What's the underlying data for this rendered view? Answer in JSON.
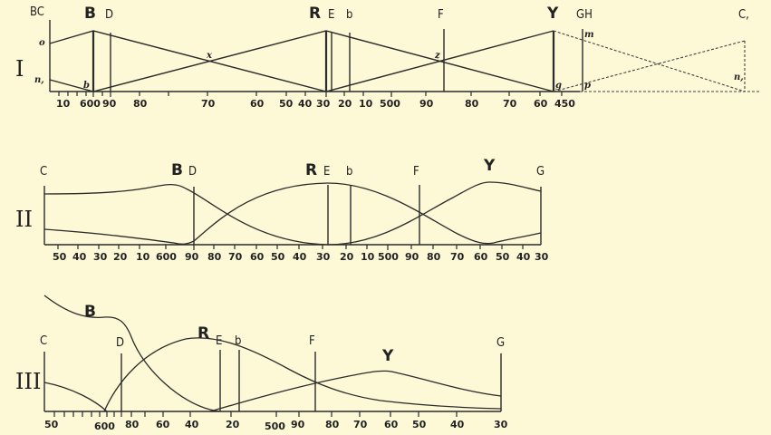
{
  "panel1": {
    "numeral": "I",
    "top_labels": [
      "BC",
      "B",
      "D",
      "R",
      "E",
      "b",
      "F",
      "Y",
      "GH",
      "C,"
    ],
    "point_labels": [
      "o",
      "n,",
      "b",
      "x",
      "z",
      "g",
      "m",
      "p",
      "n,"
    ],
    "axis_labels": [
      "10",
      "600",
      "90",
      "80",
      "70",
      "60",
      "50",
      "40",
      "30",
      "20",
      "10",
      "500",
      "90",
      "80",
      "70",
      "60",
      "450"
    ]
  },
  "panel2": {
    "numeral": "II",
    "top_labels": [
      "C",
      "B",
      "D",
      "R",
      "E",
      "b",
      "F",
      "Y",
      "G"
    ],
    "axis_labels": [
      "50",
      "40",
      "30",
      "20",
      "10",
      "600",
      "90",
      "80",
      "70",
      "60",
      "50",
      "40",
      "30",
      "20",
      "10",
      "500",
      "90",
      "80",
      "70",
      "60",
      "50",
      "40",
      "30"
    ]
  },
  "panel3": {
    "numeral": "III",
    "top_labels": [
      "B",
      "C",
      "D",
      "R",
      "E",
      "b",
      "F",
      "Y",
      "G"
    ],
    "axis_labels": [
      "50",
      "600",
      "80",
      "60",
      "40",
      "20",
      "500",
      "90",
      "80",
      "70",
      "60",
      "50",
      "40",
      "30"
    ]
  }
}
